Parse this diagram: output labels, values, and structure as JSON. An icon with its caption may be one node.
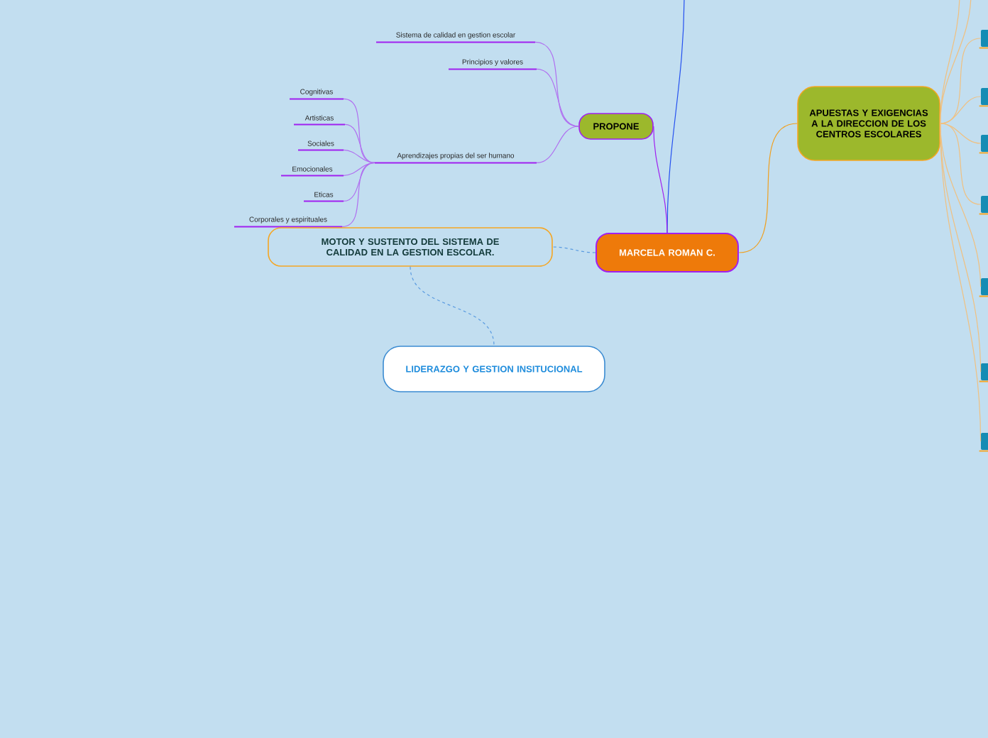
{
  "diagram": {
    "nodes": [
      {
        "text": [
          "MARCELA ROMAN C."
        ]
      },
      {
        "text": [
          "PROPONE"
        ]
      },
      {
        "text": [
          "Sistema de calidad en gestion escolar"
        ]
      },
      {
        "text": [
          "Principios y valores"
        ]
      },
      {
        "text": [
          "Aprendizajes propias del ser humano"
        ]
      },
      {
        "text": [
          "Cognitivas"
        ]
      },
      {
        "text": [
          "Artisticas"
        ]
      },
      {
        "text": [
          "Sociales"
        ]
      },
      {
        "text": [
          "Emocionales"
        ]
      },
      {
        "text": [
          "Eticas"
        ]
      },
      {
        "text": [
          "Corporales y espirituales"
        ]
      },
      {
        "text": [
          "MOTOR Y SUSTENTO DEL SISTEMA DE CALIDAD EN LA GESTION ESCOLAR."
        ]
      },
      {
        "text": [
          "LIDERAZGO Y GESTION INSITUCIONAL"
        ]
      },
      {
        "text": [
          "APUESTAS Y EXIGENCIAS A LA DIRECCION DE LOS CENTROS ESCOLARES"
        ]
      },
      {
        "text": [],
        "shape": "box"
      },
      {
        "text": [],
        "shape": "box"
      },
      {
        "text": [],
        "shape": "box"
      },
      {
        "text": [],
        "shape": "box"
      },
      {
        "text": [],
        "shape": "box"
      },
      {
        "text": [],
        "shape": "box"
      },
      {
        "text": [],
        "shape": "box"
      }
    ],
    "edges": [
      {
        "from": 0,
        "to": null,
        "arrow": "none",
        "color": "#2450f0"
      },
      {
        "from": 0,
        "to": 1,
        "arrow": "none",
        "color": "#a020f0"
      },
      {
        "from": 1,
        "to": 2,
        "arrow": "none",
        "color": "#b070f0"
      },
      {
        "from": 1,
        "to": 3,
        "arrow": "none",
        "color": "#b070f0"
      },
      {
        "from": 1,
        "to": 4,
        "arrow": "none",
        "color": "#b070f0"
      },
      {
        "from": 4,
        "to": 5,
        "arrow": "none",
        "color": "#b070f0"
      },
      {
        "from": 4,
        "to": 6,
        "arrow": "none",
        "color": "#b070f0"
      },
      {
        "from": 4,
        "to": 7,
        "arrow": "none",
        "color": "#b070f0"
      },
      {
        "from": 4,
        "to": 8,
        "arrow": "none",
        "color": "#b070f0"
      },
      {
        "from": 4,
        "to": 9,
        "arrow": "none",
        "color": "#b070f0"
      },
      {
        "from": 4,
        "to": 10,
        "arrow": "none",
        "color": "#b070f0"
      },
      {
        "from": 0,
        "to": 11,
        "arrow": "none",
        "style": "dashed",
        "color": "#5a9be0"
      },
      {
        "from": 11,
        "to": 12,
        "arrow": "none",
        "style": "dashed",
        "color": "#5a9be0"
      },
      {
        "from": 0,
        "to": 13,
        "arrow": "none",
        "color": "#f0a020"
      },
      {
        "from": 13,
        "to": null,
        "arrow": "none",
        "color": "#f0c080"
      },
      {
        "from": 13,
        "to": null,
        "arrow": "none",
        "color": "#f0c080"
      },
      {
        "from": 13,
        "to": 14,
        "arrow": "none",
        "color": "#f0c080"
      },
      {
        "from": 13,
        "to": 15,
        "arrow": "none",
        "color": "#f0c080"
      },
      {
        "from": 13,
        "to": 16,
        "arrow": "none",
        "color": "#f0c080"
      },
      {
        "from": 13,
        "to": 17,
        "arrow": "none",
        "color": "#f0c080"
      },
      {
        "from": 13,
        "to": 18,
        "arrow": "none",
        "color": "#f0c080"
      },
      {
        "from": 13,
        "to": 19,
        "arrow": "none",
        "color": "#f0c080"
      },
      {
        "from": 13,
        "to": 20,
        "arrow": "none",
        "color": "#f0c080"
      }
    ]
  }
}
